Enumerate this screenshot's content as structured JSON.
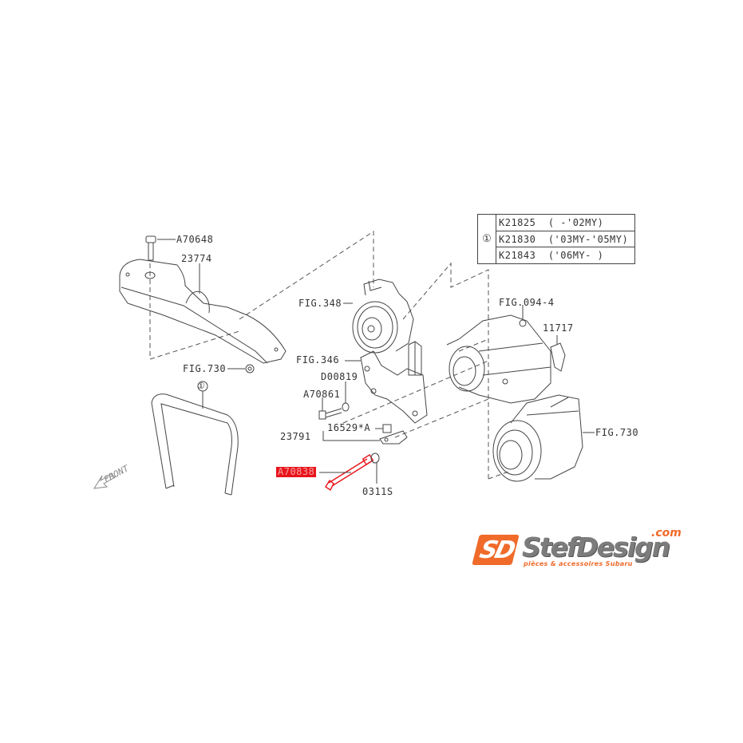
{
  "diagram": {
    "type": "exploded parts diagram",
    "subject": "Accessory drive belt / alternator / power steering / A/C compressor mounting",
    "highlight_color": "#e8141b",
    "accent_color": "#f06a2a"
  },
  "kit_table": {
    "ref": "①",
    "rows": [
      {
        "part": "K21825",
        "range": "( -'02MY)"
      },
      {
        "part": "K21830",
        "range": "('03MY-'05MY)"
      },
      {
        "part": "K21843",
        "range": "('06MY- )"
      }
    ]
  },
  "labels": {
    "a70648": "A70648",
    "p23774": "23774",
    "fig730_top": "FIG.730",
    "belt_ref": "①",
    "front": "FRONT",
    "fig348": "FIG.348",
    "fig346": "FIG.346",
    "d00819": "D00819",
    "a70861": "A70861",
    "p16529a": "16529*A",
    "p23791": "23791",
    "a70838": "A70838",
    "p0311s": "0311S",
    "fig094_4": "FIG.094-4",
    "p11717": "11717",
    "fig730_right": "FIG.730"
  },
  "highlighted_part": "A70838",
  "logo": {
    "mark": "SD",
    "name": "StefDesign",
    "suffix": ".com",
    "tagline": "pièces & accessoires Subaru"
  }
}
